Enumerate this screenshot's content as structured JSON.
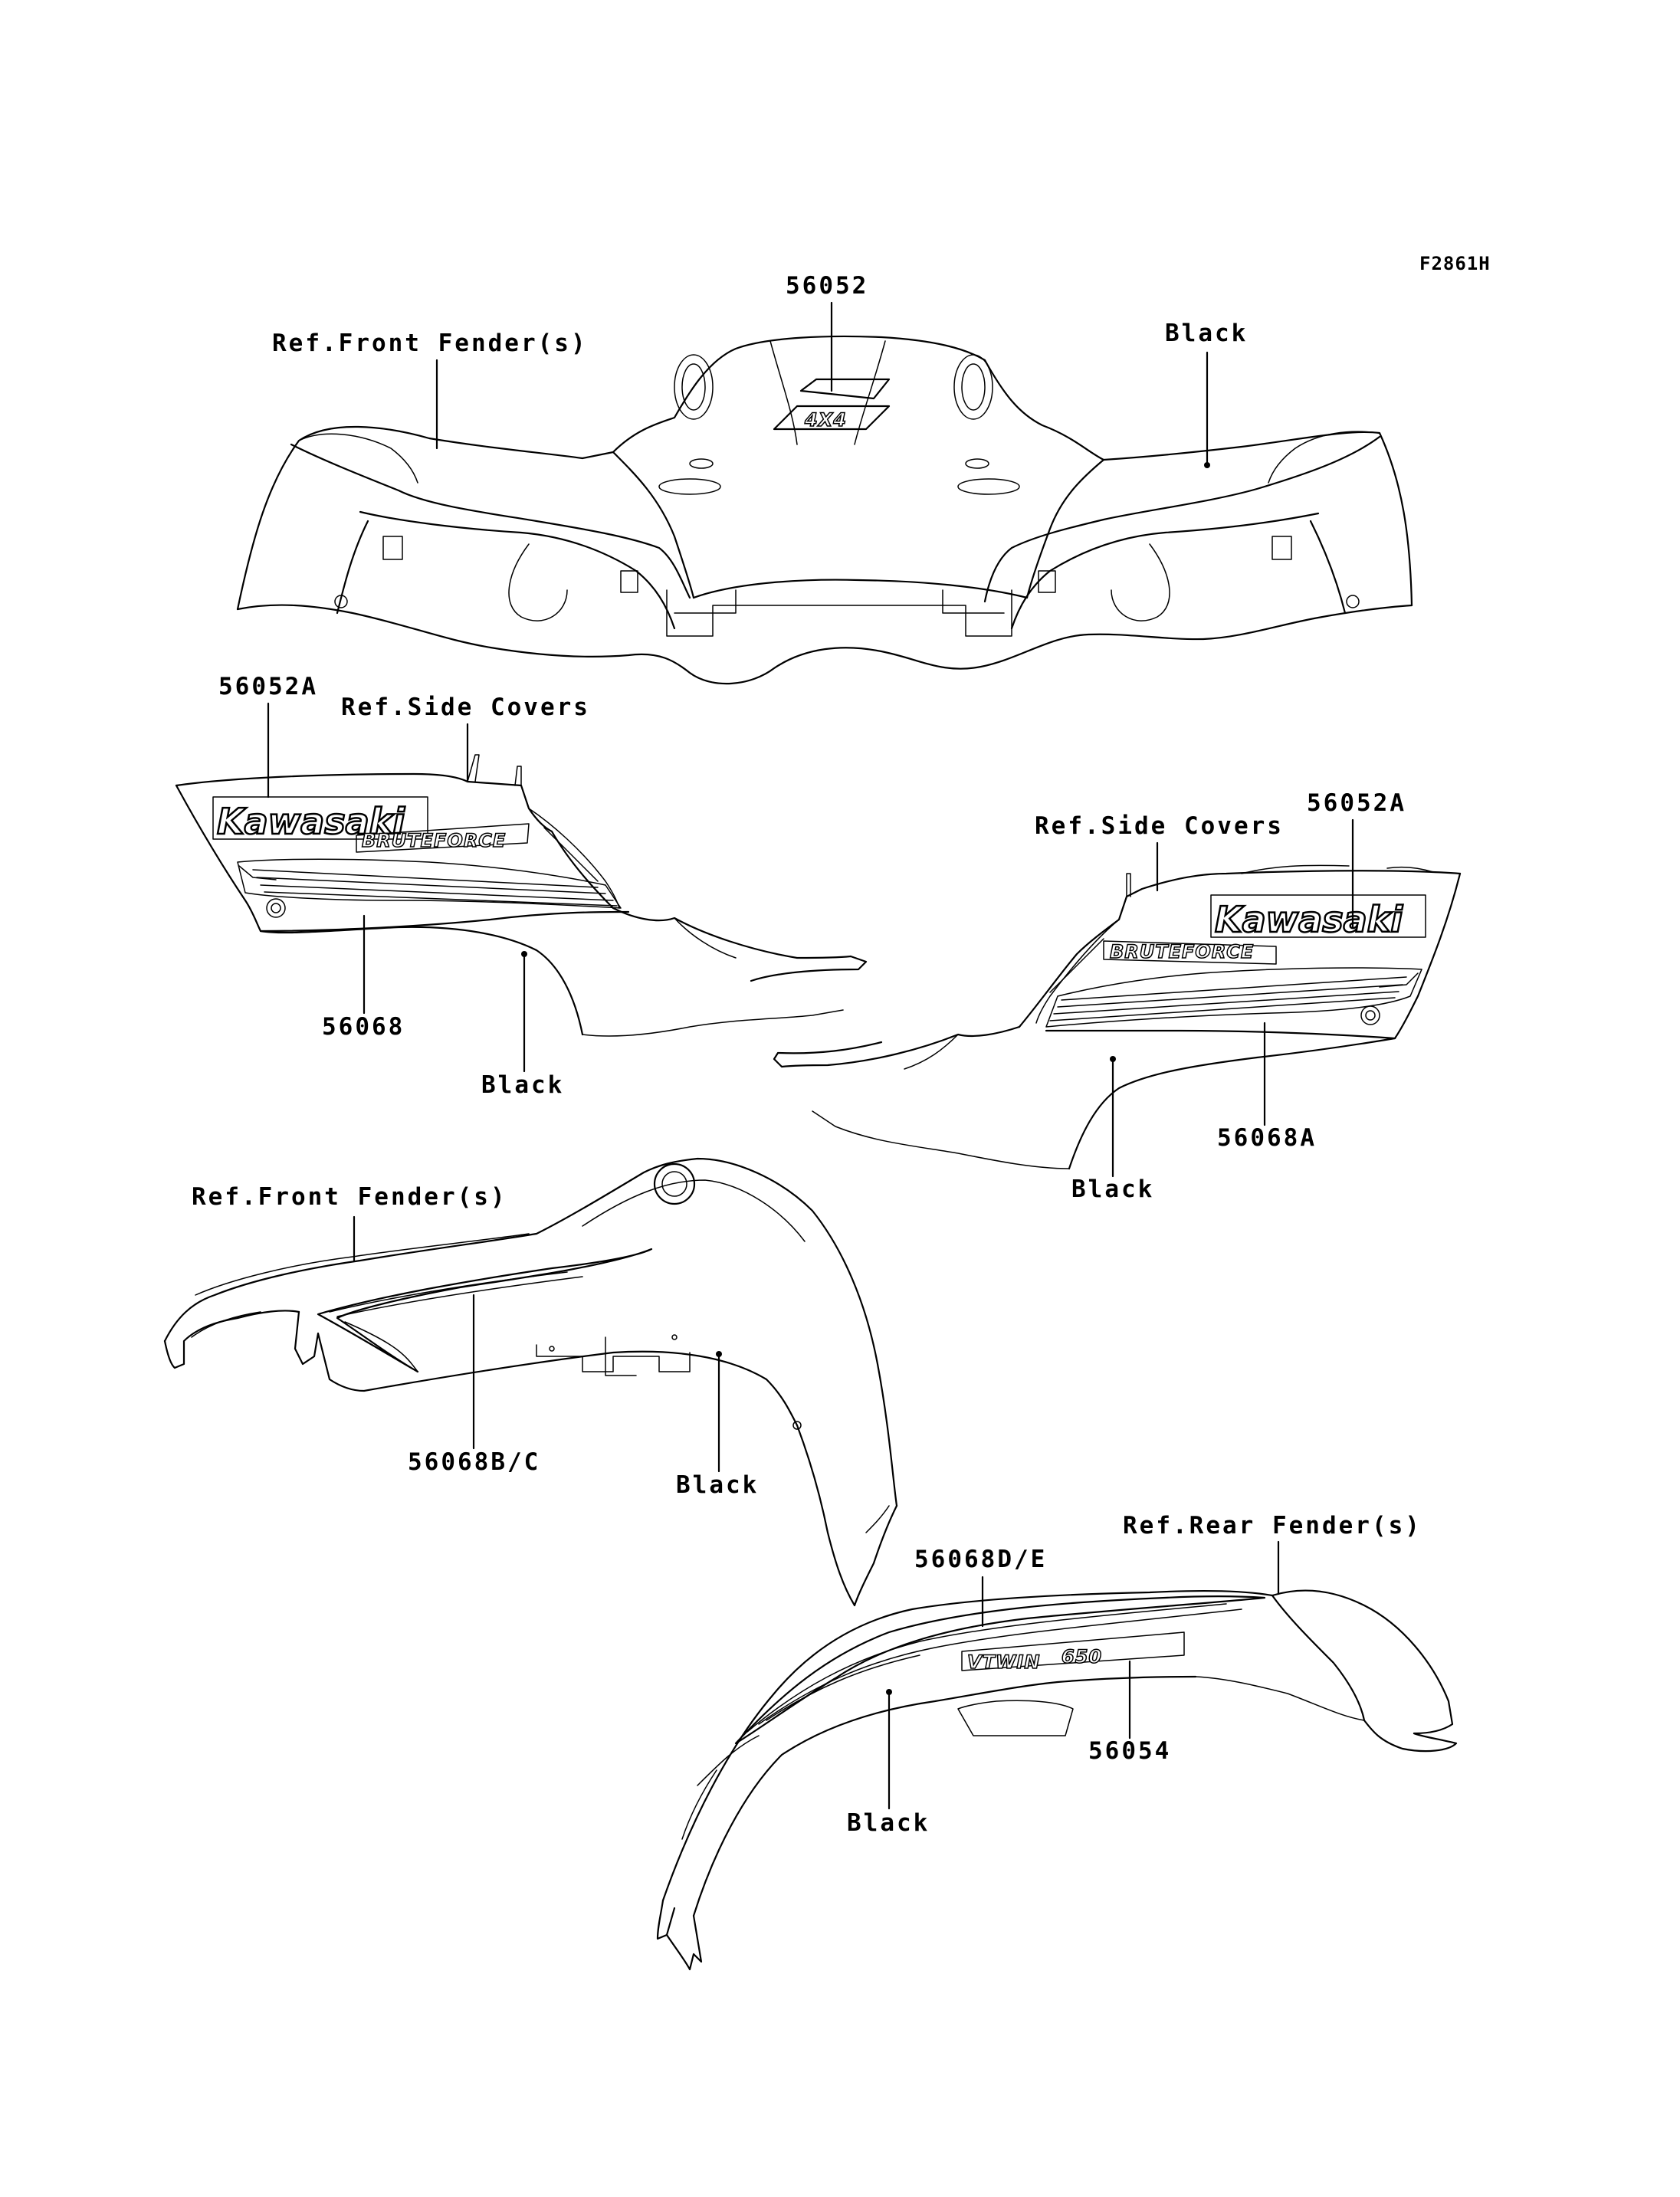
{
  "figure_code": "F2861H",
  "labels": {
    "front_top_part": "56052",
    "front_top_ref": "Ref.Front Fender(s)",
    "front_top_color": "Black",
    "left_cover_part_a": "56052A",
    "left_cover_ref": "Ref.Side Covers",
    "left_cover_part_b": "56068",
    "left_cover_color": "Black",
    "right_cover_ref": "Ref.Side Covers",
    "right_cover_part_a": "56052A",
    "right_cover_part_b": "56068A",
    "right_cover_color": "Black",
    "front_fender_ref": "Ref.Front Fender(s)",
    "front_fender_part": "56068B/C",
    "front_fender_color": "Black",
    "rear_fender_part_a": "56068D/E",
    "rear_fender_ref": "Ref.Rear Fender(s)",
    "rear_fender_part_b": "56054",
    "rear_fender_color": "Black"
  },
  "decal_text": {
    "left_logo": "Kawasaki",
    "left_sub": "BRUTEFORCE",
    "right_logo": "Kawasaki",
    "right_sub": "BRUTEFORCE",
    "badge_4x4": "4X4",
    "rear_vtwin": "VTWIN",
    "rear_650": "650"
  }
}
